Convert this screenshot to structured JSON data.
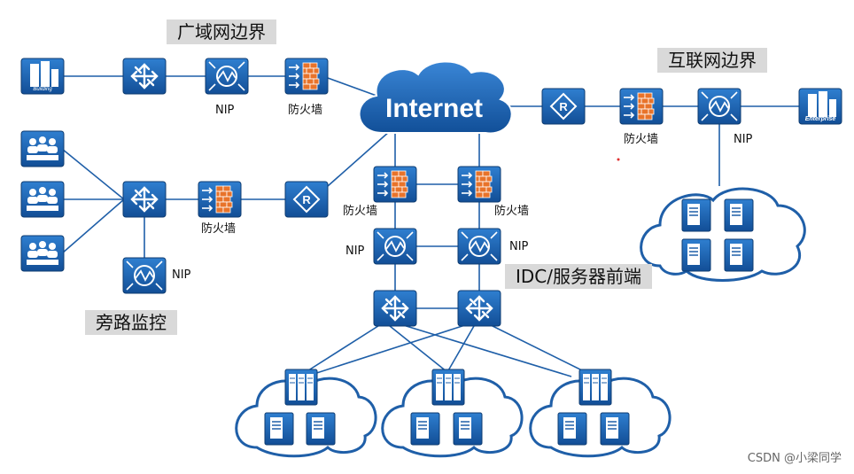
{
  "sections": {
    "wan_edge": "广域网边界",
    "internet_edge": "互联网边界",
    "bypass_monitor": "旁路监控",
    "idc_frontend": "IDC/服务器前端"
  },
  "internet_label": "Internet",
  "node_labels": {
    "nip": "NIP",
    "firewall": "防火墙"
  },
  "icon_labels": {
    "building": "Building",
    "enterprise": "Enterprise"
  },
  "watermark": "CSDN @小梁同学",
  "colors": {
    "device_blue": "#1f5fa8",
    "device_dark": "#103e78",
    "link_blue": "#1f5fa8",
    "firewall_orange": "#e8732a",
    "label_bg": "#d9d9d9"
  }
}
